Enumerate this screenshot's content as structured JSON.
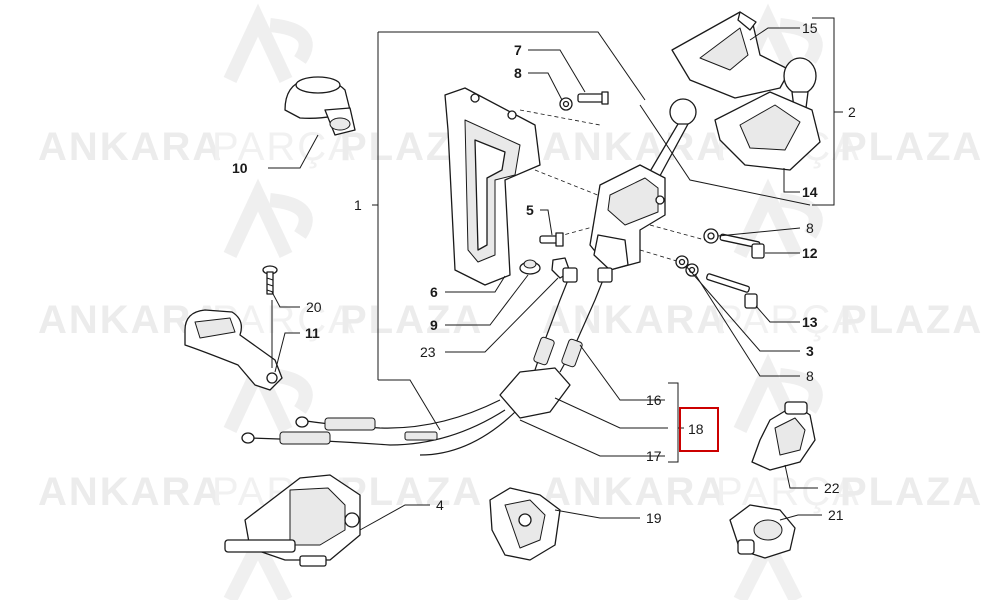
{
  "watermark": {
    "words": [
      "ANKARA",
      "PARÇA",
      "PLAZA"
    ],
    "color_bold": "#ececec",
    "color_light": "#f1f1f1"
  },
  "callouts": [
    {
      "id": "c1",
      "text": "1",
      "bold": false
    },
    {
      "id": "c2",
      "text": "2",
      "bold": false
    },
    {
      "id": "c3",
      "text": "3",
      "bold": true
    },
    {
      "id": "c4",
      "text": "4",
      "bold": false
    },
    {
      "id": "c5",
      "text": "5",
      "bold": true
    },
    {
      "id": "c6",
      "text": "6",
      "bold": true
    },
    {
      "id": "c7",
      "text": "7",
      "bold": true
    },
    {
      "id": "c8a",
      "text": "8",
      "bold": true
    },
    {
      "id": "c8b",
      "text": "8",
      "bold": false
    },
    {
      "id": "c8c",
      "text": "8",
      "bold": false
    },
    {
      "id": "c9",
      "text": "9",
      "bold": true
    },
    {
      "id": "c10",
      "text": "10",
      "bold": true
    },
    {
      "id": "c11",
      "text": "11",
      "bold": true
    },
    {
      "id": "c12",
      "text": "12",
      "bold": true
    },
    {
      "id": "c13",
      "text": "13",
      "bold": true
    },
    {
      "id": "c14",
      "text": "14",
      "bold": true
    },
    {
      "id": "c15",
      "text": "15",
      "bold": false
    },
    {
      "id": "c16",
      "text": "16",
      "bold": false
    },
    {
      "id": "c17",
      "text": "17",
      "bold": false
    },
    {
      "id": "c18",
      "text": "18",
      "bold": false
    },
    {
      "id": "c19",
      "text": "19",
      "bold": false
    },
    {
      "id": "c20",
      "text": "20",
      "bold": false
    },
    {
      "id": "c21",
      "text": "21",
      "bold": false
    },
    {
      "id": "c22",
      "text": "22",
      "bold": false
    },
    {
      "id": "c23",
      "text": "23",
      "bold": false
    }
  ],
  "highlight": {
    "callout": "18",
    "color": "#cc0000"
  }
}
